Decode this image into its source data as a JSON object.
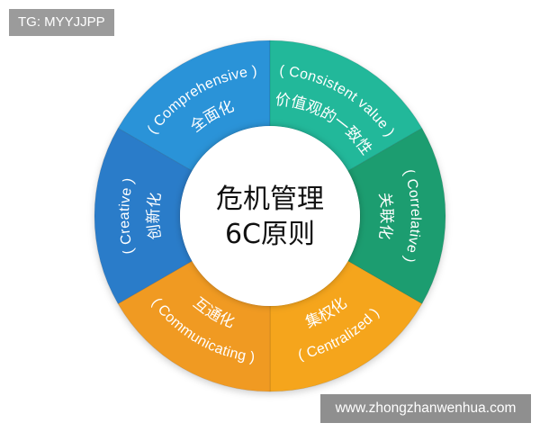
{
  "watermark_top": "TG: MYYJJPP",
  "watermark_bottom": "www.zhongzhanwenhua.com",
  "center": {
    "line1": "危机管理",
    "line2": "6C原则"
  },
  "segments": [
    {
      "en": "( Comprehensive )",
      "zh": "全面化",
      "color": "#2c93d8"
    },
    {
      "en": "( Consistent value )",
      "zh": "价值观的一致性",
      "color": "#20b89a"
    },
    {
      "en": "( Correlative )",
      "zh": "关联化",
      "color": "#1d9d70"
    },
    {
      "en": "( Centralized )",
      "zh": "集权化",
      "color": "#f5a51b"
    },
    {
      "en": "( Communicating )",
      "zh": "互通化",
      "color": "#f09a24"
    },
    {
      "en": "( Creative )",
      "zh": "创新化",
      "color": "#2a7cc9"
    }
  ],
  "colors": {
    "label_text": "#ffffff",
    "center_text": "#111111",
    "center_fill": "#ffffff",
    "watermark_bg": "#9b9b9b"
  }
}
